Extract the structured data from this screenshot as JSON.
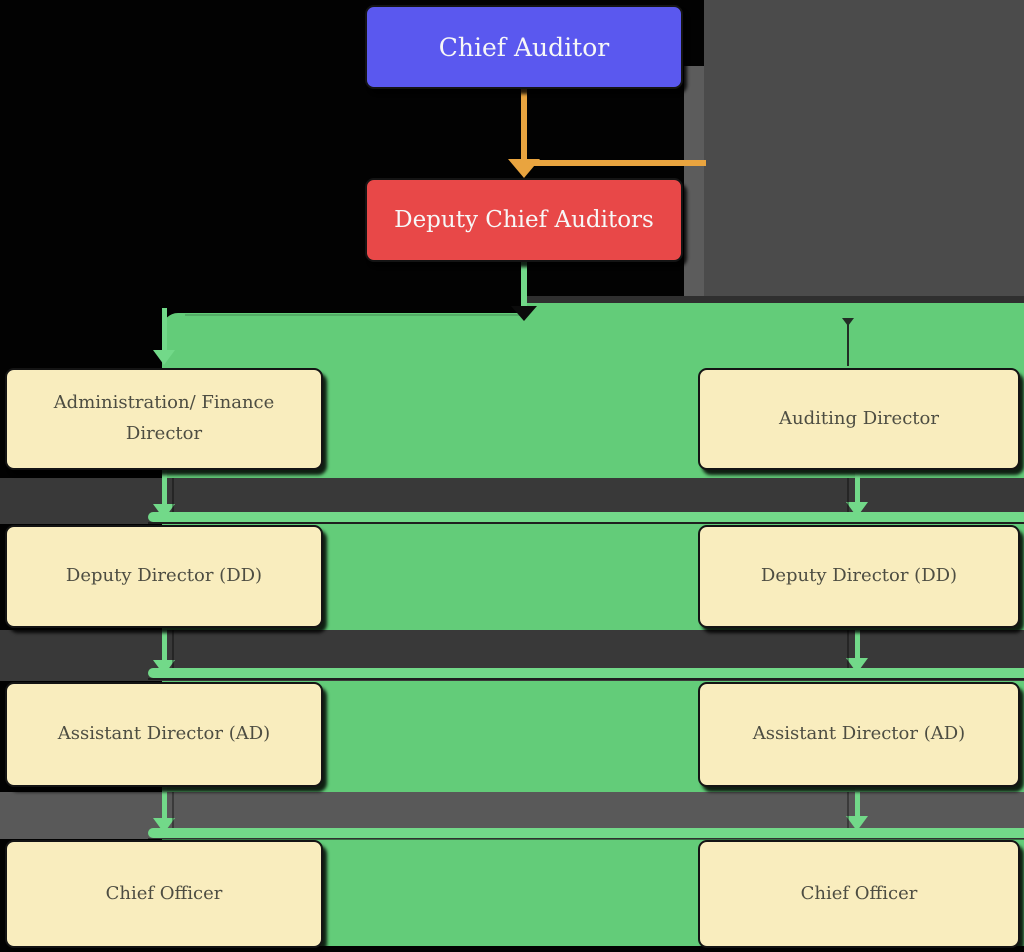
{
  "chart": {
    "type": "org-chart",
    "root": "Chief Auditor",
    "level2": "Deputy Chief Auditors",
    "left_branch": [
      "Administration/ Finance Director",
      "Deputy Director (DD)",
      "Assistant Director (AD)",
      "Chief Officer"
    ],
    "right_branch": [
      "Auditing Director",
      "Deputy Director (DD)",
      "Assistant Director (AD)",
      "Chief Officer"
    ],
    "edges": [
      {
        "from": "Chief Auditor",
        "to": "Deputy Chief Auditors"
      },
      {
        "from": "Deputy Chief Auditors",
        "to": "Administration/ Finance Director"
      },
      {
        "from": "Deputy Chief Auditors",
        "to": "Auditing Director"
      },
      {
        "from": "Administration/ Finance Director",
        "to": "Deputy Director (DD)"
      },
      {
        "from": "Deputy Director (DD)",
        "to": "Assistant Director (AD)"
      },
      {
        "from": "Assistant Director (AD)",
        "to": "Chief Officer"
      },
      {
        "from": "Auditing Director",
        "to": "Deputy Director (DD)"
      },
      {
        "from": "Deputy Director (DD)",
        "to": "Assistant Director (AD)"
      },
      {
        "from": "Assistant Director (AD)",
        "to": "Chief Officer"
      }
    ],
    "colors": {
      "root_fill": "#5a58ef",
      "level2_fill": "#e84848",
      "node_fill": "#f9edbe",
      "connector_green": "#72d989",
      "connector_orange": "#e9a43f",
      "canvas_green": "#63cc79",
      "panel_gray": "#4b4b4b",
      "band_dark": "#393939",
      "band_gray": "#595959",
      "background": "#020202"
    }
  }
}
